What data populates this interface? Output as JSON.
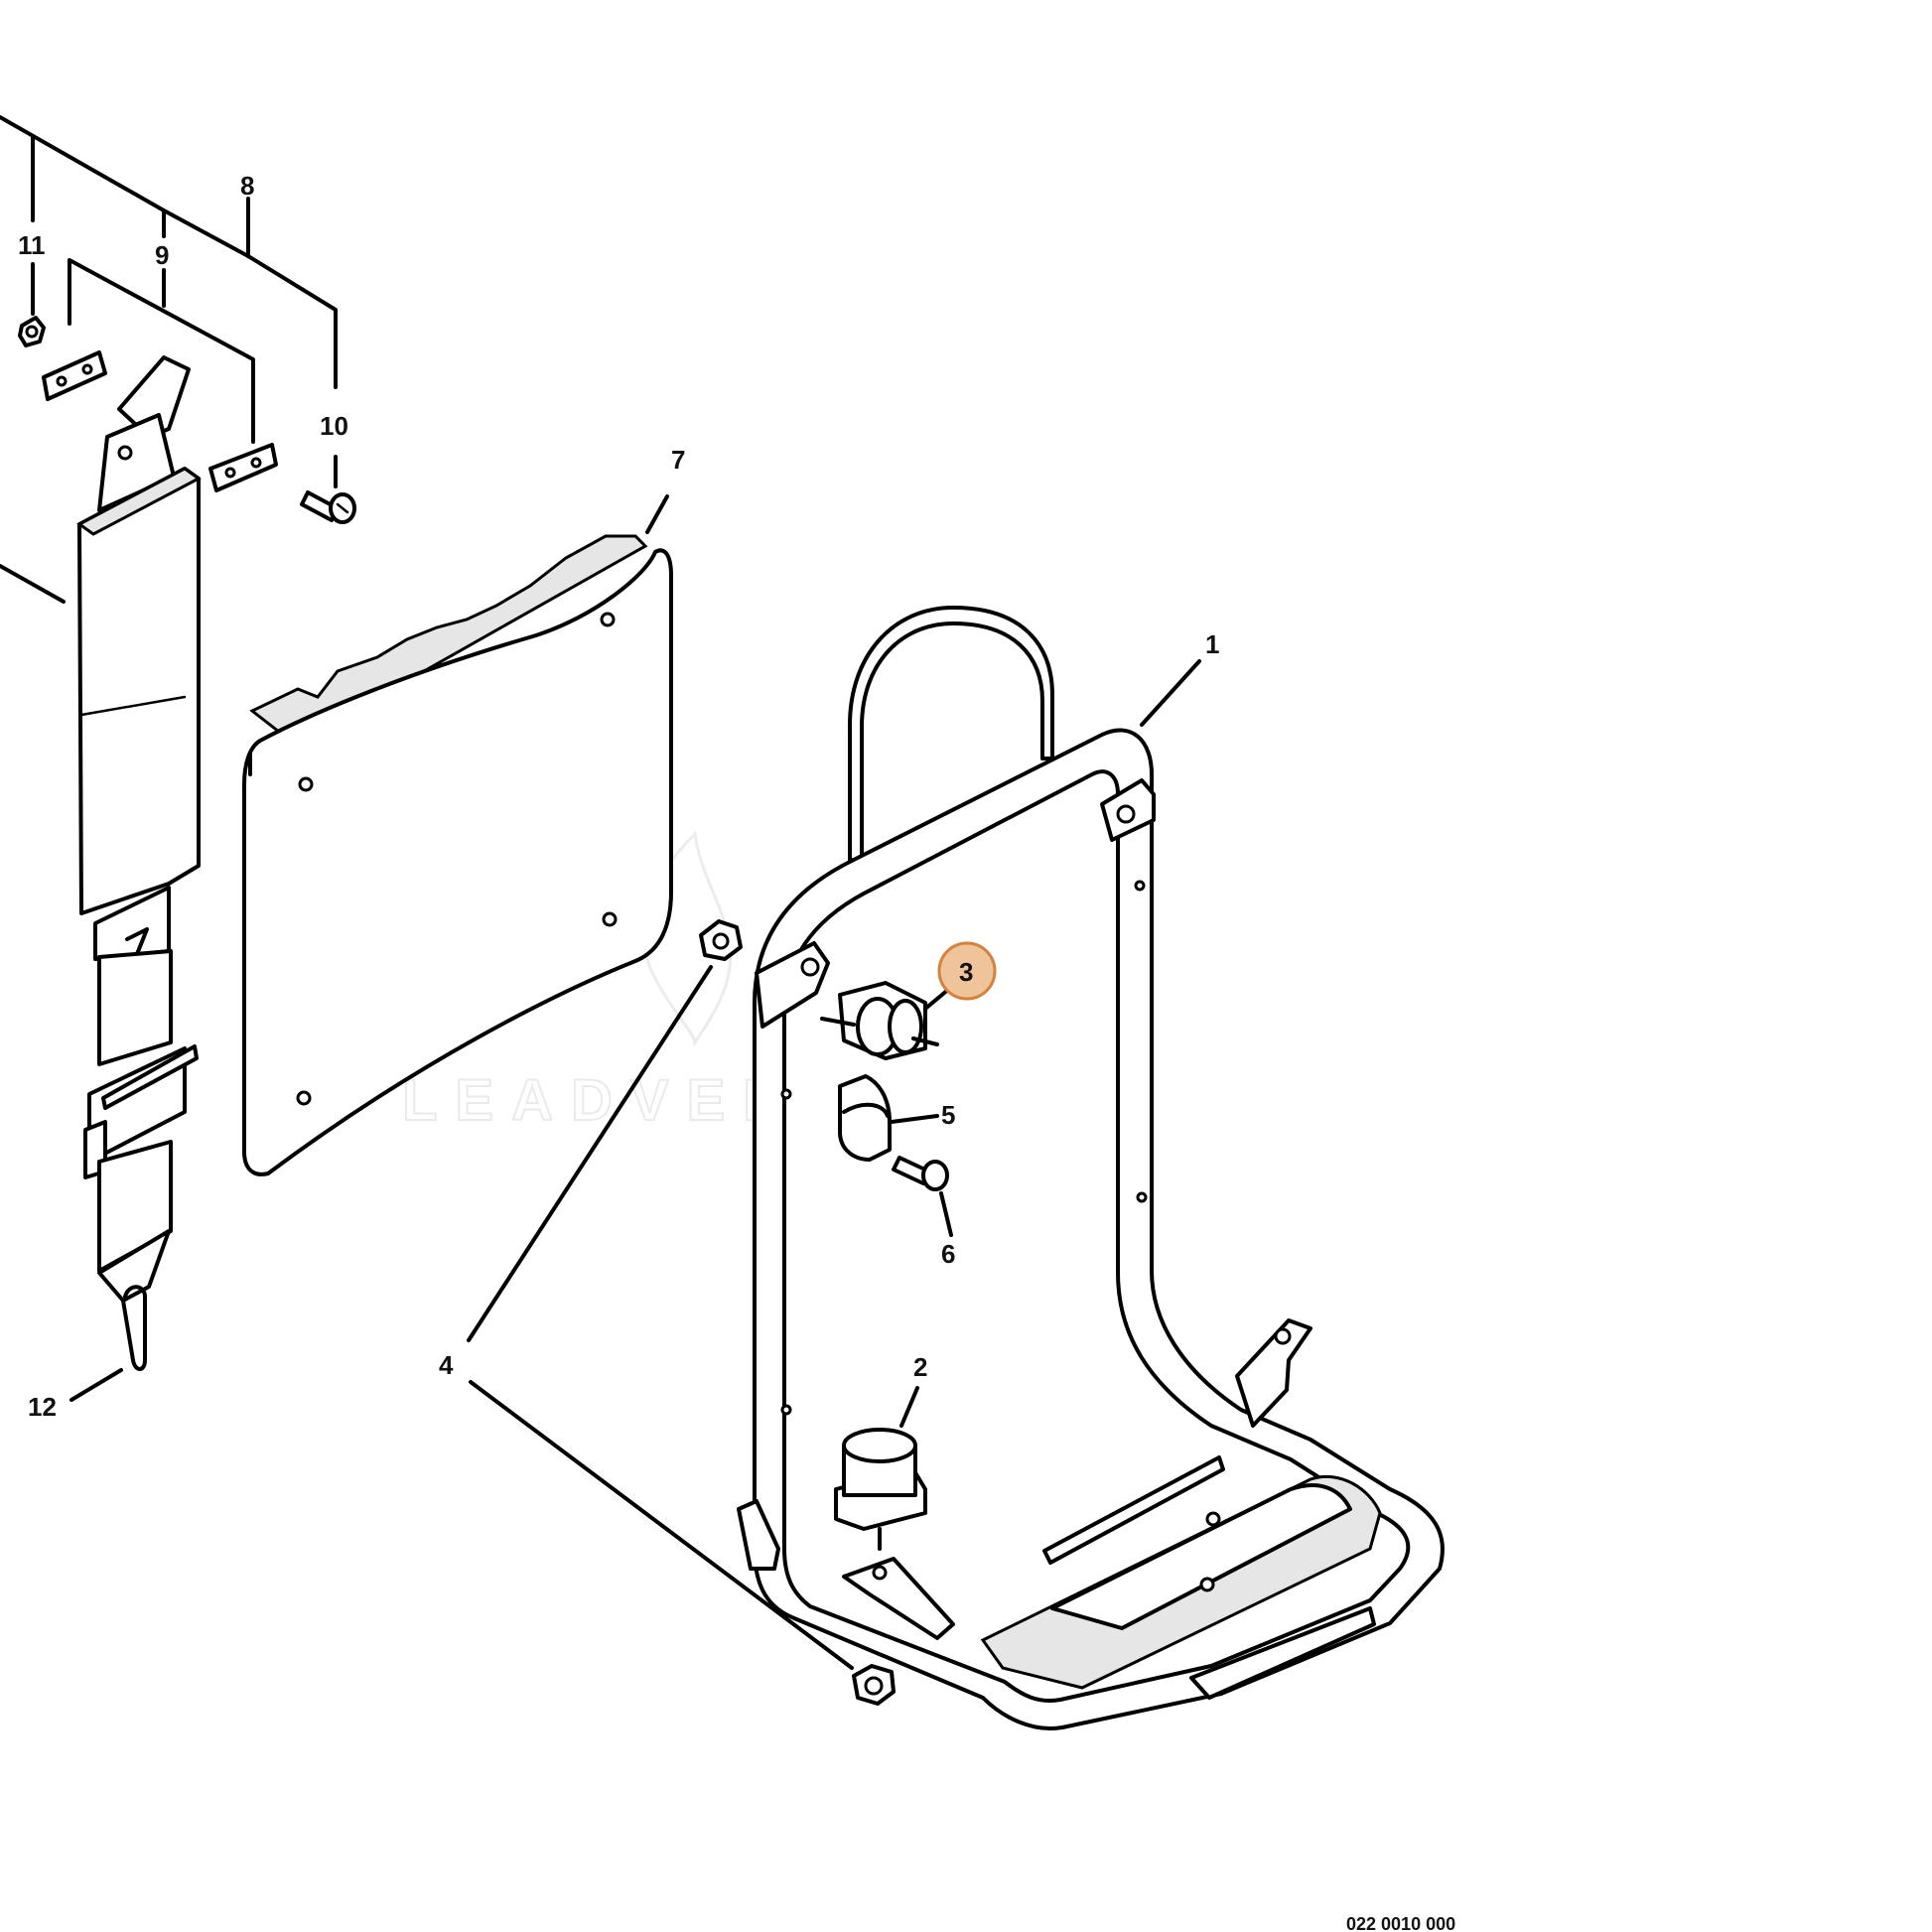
{
  "callouts": {
    "c1": "1",
    "c2": "2",
    "c3": "3",
    "c4": "4",
    "c5": "5",
    "c6": "6",
    "c7": "7",
    "c8": "8",
    "c9": "9",
    "c10": "10",
    "c11": "11",
    "c12": "12"
  },
  "highlighted_callout": "3",
  "highlight_color": "#f0c49a",
  "highlight_border": "#d4823c",
  "watermark": "LEADVENTURE",
  "document_number": "022 0010 000"
}
